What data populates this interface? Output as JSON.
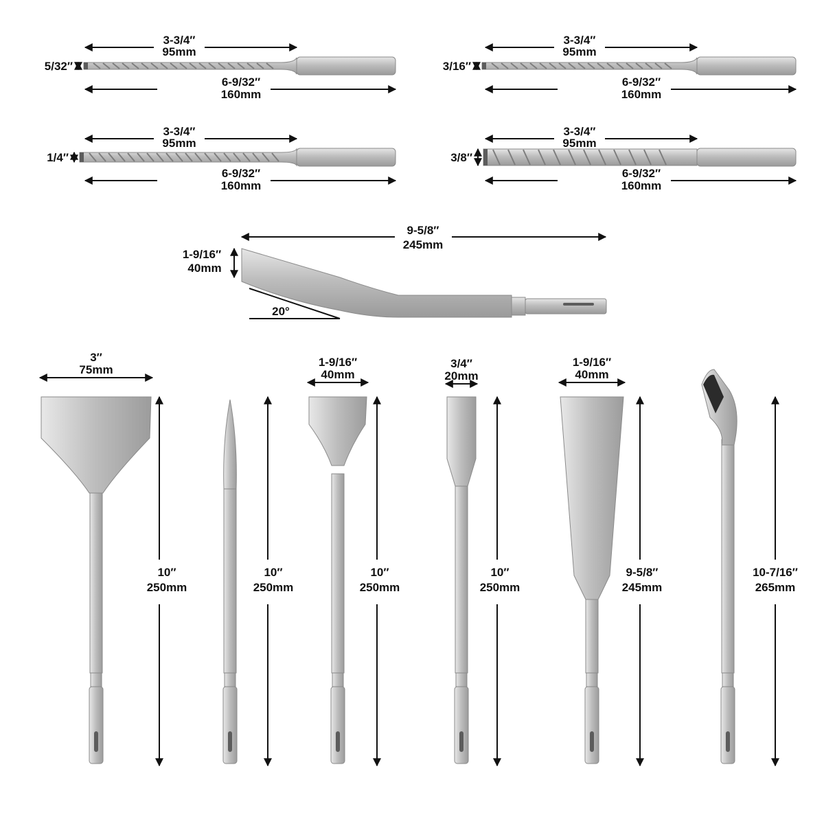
{
  "drill_bits": [
    {
      "diameter": "5/32″",
      "flute_len_in": "3-3/4″",
      "flute_len_mm": "95mm",
      "total_len_in": "6-9/32″",
      "total_len_mm": "160mm"
    },
    {
      "diameter": "3/16″",
      "flute_len_in": "3-3/4″",
      "flute_len_mm": "95mm",
      "total_len_in": "6-9/32″",
      "total_len_mm": "160mm"
    },
    {
      "diameter": "1/4″",
      "flute_len_in": "3-3/4″",
      "flute_len_mm": "95mm",
      "total_len_in": "6-9/32″",
      "total_len_mm": "160mm"
    },
    {
      "diameter": "3/8″",
      "flute_len_in": "3-3/4″",
      "flute_len_mm": "95mm",
      "total_len_in": "6-9/32″",
      "total_len_mm": "160mm"
    }
  ],
  "bent_chisel": {
    "length_in": "9-5/8″",
    "length_mm": "245mm",
    "width_in": "1-9/16″",
    "width_mm": "40mm",
    "angle": "20°"
  },
  "chisels": [
    {
      "type": "wide-scaling",
      "width_in": "3″",
      "width_mm": "75mm",
      "length_in": "10″",
      "length_mm": "250mm"
    },
    {
      "type": "point",
      "width_in": "",
      "width_mm": "",
      "length_in": "10″",
      "length_mm": "250mm"
    },
    {
      "type": "flat-wide",
      "width_in": "1-9/16″",
      "width_mm": "40mm",
      "length_in": "10″",
      "length_mm": "250mm"
    },
    {
      "type": "flat-narrow",
      "width_in": "3/4″",
      "width_mm": "20mm",
      "length_in": "10″",
      "length_mm": "250mm"
    },
    {
      "type": "tile",
      "width_in": "1-9/16″",
      "width_mm": "40mm",
      "length_in": "9-5/8″",
      "length_mm": "245mm"
    },
    {
      "type": "gouge",
      "width_in": "",
      "width_mm": "",
      "length_in": "10-7/16″",
      "length_mm": "265mm"
    }
  ]
}
